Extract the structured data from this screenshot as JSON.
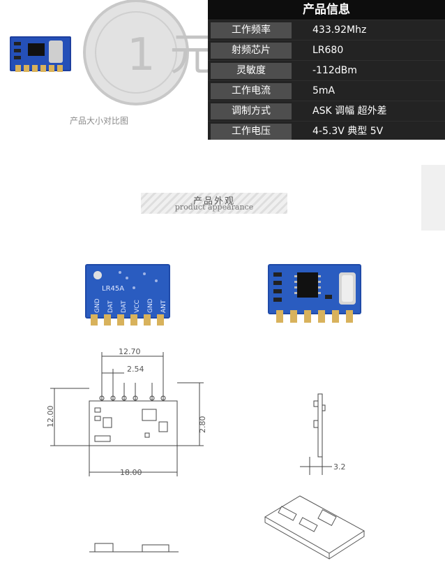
{
  "info_table": {
    "title": "产品信息",
    "rows": [
      {
        "label": "工作频率",
        "value": "433.92Mhz"
      },
      {
        "label": "射频芯片",
        "value": "LR680"
      },
      {
        "label": "灵敏度",
        "value": "-112dBm"
      },
      {
        "label": "工作电流",
        "value": "5mA"
      },
      {
        "label": "调制方式",
        "value": "ASK 调幅  超外差"
      },
      {
        "label": "工作电压",
        "value": "4-5.3V 典型 5V"
      }
    ]
  },
  "size_caption": "产品大小对比图",
  "appearance": {
    "title_cn": "产品外观",
    "title_en": "product appearance"
  },
  "module_back": {
    "silk": "LR45A",
    "pins": [
      "GND",
      "DAT",
      "DAT",
      "VCC",
      "GND",
      "ANT"
    ]
  },
  "coin_text": "1 元",
  "dimensions": {
    "width_pins": "12.70",
    "pitch": "2.54",
    "height": "12.00",
    "pin_length": "2.80",
    "length": "18.00",
    "thickness": "3.2"
  }
}
